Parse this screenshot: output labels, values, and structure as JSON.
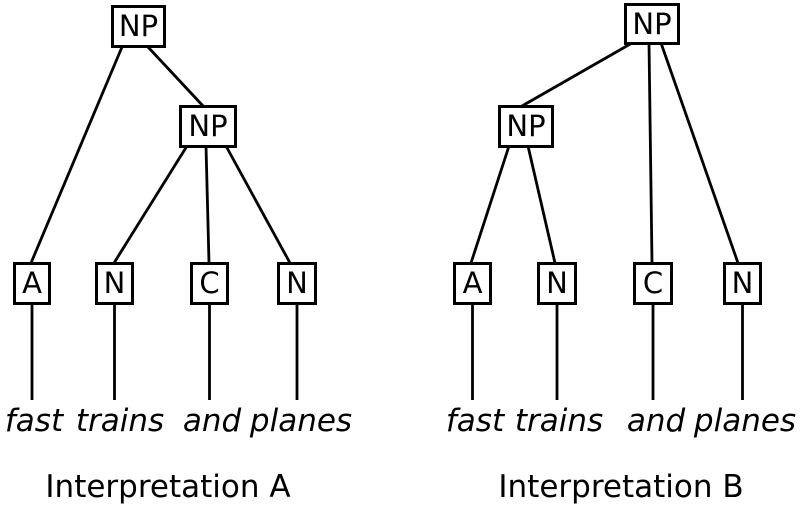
{
  "diagram": {
    "phrase_words": [
      "fast",
      "trains",
      "and",
      "planes"
    ],
    "line_color": "#000000",
    "background_color": "#ffffff",
    "trees": [
      {
        "caption": "Interpretation A",
        "root": "NP",
        "inner": "NP",
        "leaves": [
          {
            "pos": "A",
            "word": "fast"
          },
          {
            "pos": "N",
            "word": "trains"
          },
          {
            "pos": "C",
            "word": "and"
          },
          {
            "pos": "N",
            "word": "planes"
          }
        ]
      },
      {
        "caption": "Interpretation B",
        "root": "NP",
        "inner": "NP",
        "leaves": [
          {
            "pos": "A",
            "word": "fast"
          },
          {
            "pos": "N",
            "word": "trains"
          },
          {
            "pos": "C",
            "word": "and"
          },
          {
            "pos": "N",
            "word": "planes"
          }
        ]
      }
    ]
  }
}
